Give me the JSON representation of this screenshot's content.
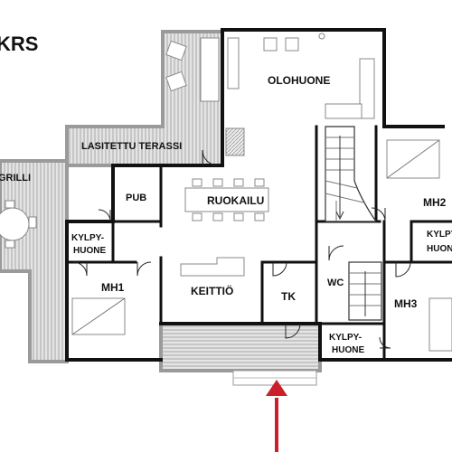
{
  "floor_title": "KRS",
  "rooms": {
    "olohuone": "OLOHUONE",
    "lasitettu_terassi": "LASITETTU TERASSI",
    "grilli": "GRILLI",
    "pub": "PUB",
    "ruokailu": "RUOKAILU",
    "mh2": "MH2",
    "kylpyhuone_left_1": "KYLPY-",
    "kylpyhuone_left_2": "HUONE",
    "kylpyhuone_right_1": "KYLPY",
    "kylpyhuone_right_2": "HUONE",
    "mh1": "MH1",
    "keittio": "KEITTIÖ",
    "tk": "TK",
    "wc": "WC",
    "mh3": "MH3",
    "kylpyhuone_bottom_1": "KYLPY-",
    "kylpyhuone_bottom_2": "HUONE"
  },
  "colors": {
    "wall": "#111111",
    "terrace_fill": "#d8d8d8",
    "terrace_border": "#9a9a9a",
    "entrance_arrow": "#cc1f2a"
  },
  "icons": {
    "entrance": "entrance-arrow-icon"
  }
}
